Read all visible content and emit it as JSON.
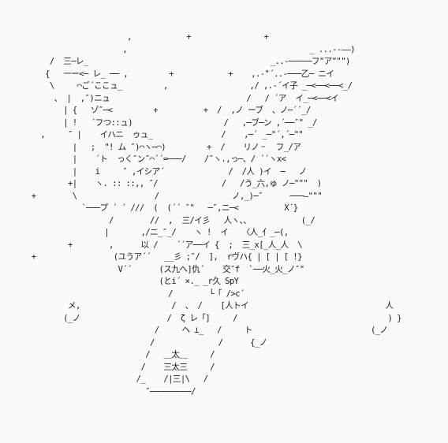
{
  "art": {
    "lines": [
      "                      ,            +                +",
      "                     ,                                        _ ...--——)",
      "     /  三─レ_                                        _..-─────フ\"ア\"\"\")",
      "    {   一ー<─ レ_ ── ,         +            +    ,.-\"´..-───乙─ ニイ",
      "     \\     ⌒ご´ここュ_         ,                  ,/ ,.-´イ子 _─<──<──<_/",
      "      、 |  ,″)ニュ                              /   / ´ア  イ_─<──<イ",
      "        | {   ゾ″─<         +          +  /  ,ノ ーブ  、ノ─´´_/",
      "        | !   ´フつ::ュ)                    /   ,─ブ─ン ,´──″\" _/",
      "   ,     ″ |    イハニ  ゥュ_               /    ,─´ _─\"´,´─\"\"",
      "          |   ;  \"! ム ″)⌒ヽ─⌒)         +  /    リノ゠  フ_/ア",
      "          |    ´ト  っく″ン″⌒´´=───/    /″ヽ.,っ─、/ ´´ヽx<",
      "          |    i     ″ ,イシア´              /  /人 )イ  ─   ノ",
      "         +|    ヽ. :: ::,, ″/              /   /う_六,ゅ ノ─\"\"\"  )",
      " +        \\                 /                ノ,_)─″      ───—\"\"\"",
      "            `───プ ´ ´ ///  (  (´´ ″\"   ─″,ニ─<          X´}",
      "                  /        //  ,  三/イ彡   人ヽ、、           (_/",
      "                 |       ,/ニ_″_/    ヽ !  イ   〈人_亻_─(,",
      "         +        ,      以 /    ´´ア──イ {  ;  三_x[_人_人  \\",
      " +                 (ユうア´´   __彡 ;″/  ],  rヴハ{ | [ | [ !}",
      "                    V´´      (ス九ヘ]仇´    交″f  `──火_火_ノ″\"",
      "                             (とi´ ×._ _r久 SpY",
      "                               /        └「 />c´",
      "         メ,                    /  、 /    [人トイ                              人",
      "        (_ノ                   /  ζ レ「]     /                                 ) }",
      "                            /     ヘ ⊥_   /     ト                          (_ノ",
      "                           /              /      {_ノ",
      "                          /   ＿太＿     /",
      "                         /    三太三     /",
      "                        /_    /|三|\\   /",
      "                          ″─────────/"
    ]
  }
}
